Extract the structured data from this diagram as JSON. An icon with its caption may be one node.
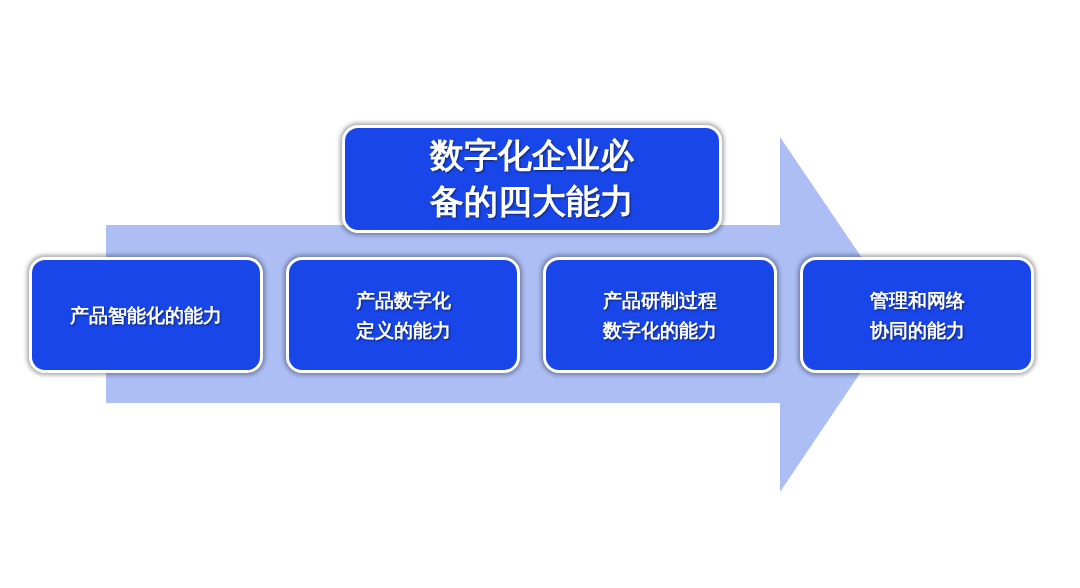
{
  "diagram": {
    "nodes": [
      {
        "text": [
          "数字化企业必备的四大能力"
        ]
      },
      {
        "text": [
          "产品智能化的能力"
        ]
      },
      {
        "text": [
          "产品数字化定义的能力"
        ]
      },
      {
        "text": [
          "产品研制过程数字化的能力"
        ]
      },
      {
        "text": [
          "管理和网络协同的能力"
        ]
      }
    ]
  }
}
